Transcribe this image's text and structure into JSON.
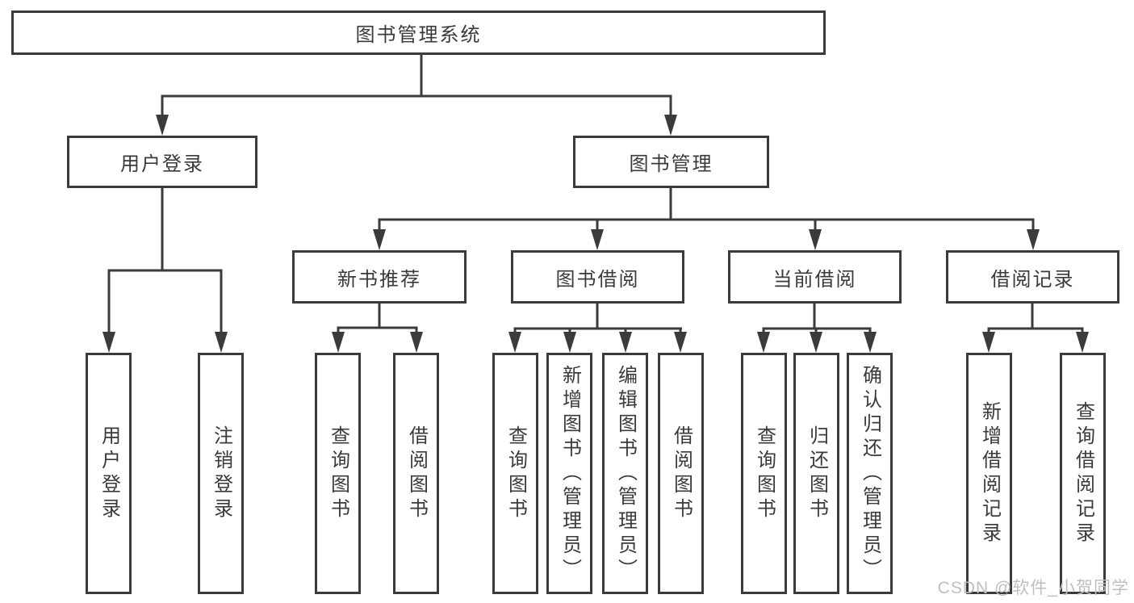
{
  "diagram": {
    "type": "hierarchy-tree",
    "nodes": {
      "root": "图书管理系统",
      "login": "用户登录",
      "manage": "图书管理",
      "new_books": "新书推荐",
      "book_borrow": "图书借阅",
      "current": "当前借阅",
      "records": "借阅记录",
      "login_user": "用户登录",
      "login_logout": "注销登录",
      "nb_query": "查询图书",
      "nb_borrow": "借阅图书",
      "b_query": "查询图书",
      "b_add": "新增图书（管理员）",
      "b_edit": "编辑图书（管理员）",
      "b_borrow": "借阅图书",
      "c_query": "查询图书",
      "c_return": "归还图书",
      "c_confirm": "确认归还（管理员）",
      "r_add": "新增借阅记录",
      "r_query": "查询借阅记录"
    },
    "edges": [
      [
        "图书管理系统",
        "用户登录"
      ],
      [
        "图书管理系统",
        "图书管理"
      ],
      [
        "用户登录",
        "用户登录(叶)"
      ],
      [
        "用户登录",
        "注销登录"
      ],
      [
        "图书管理",
        "新书推荐"
      ],
      [
        "图书管理",
        "图书借阅"
      ],
      [
        "图书管理",
        "当前借阅"
      ],
      [
        "图书管理",
        "借阅记录"
      ],
      [
        "新书推荐",
        "查询图书"
      ],
      [
        "新书推荐",
        "借阅图书"
      ],
      [
        "图书借阅",
        "查询图书"
      ],
      [
        "图书借阅",
        "新增图书（管理员）"
      ],
      [
        "图书借阅",
        "编辑图书（管理员）"
      ],
      [
        "图书借阅",
        "借阅图书"
      ],
      [
        "当前借阅",
        "查询图书"
      ],
      [
        "当前借阅",
        "归还图书"
      ],
      [
        "当前借阅",
        "确认归还（管理员）"
      ],
      [
        "借阅记录",
        "新增借阅记录"
      ],
      [
        "借阅记录",
        "查询借阅记录"
      ]
    ],
    "colors": {
      "line": "#3b3b3b",
      "box_border": "#3b3b3b",
      "box_fill": "#ffffff",
      "text": "#3a3a3a",
      "background": "#ffffff",
      "watermark": "#bfbfbf"
    }
  },
  "watermark": "CSDN @软件_小贺同学"
}
